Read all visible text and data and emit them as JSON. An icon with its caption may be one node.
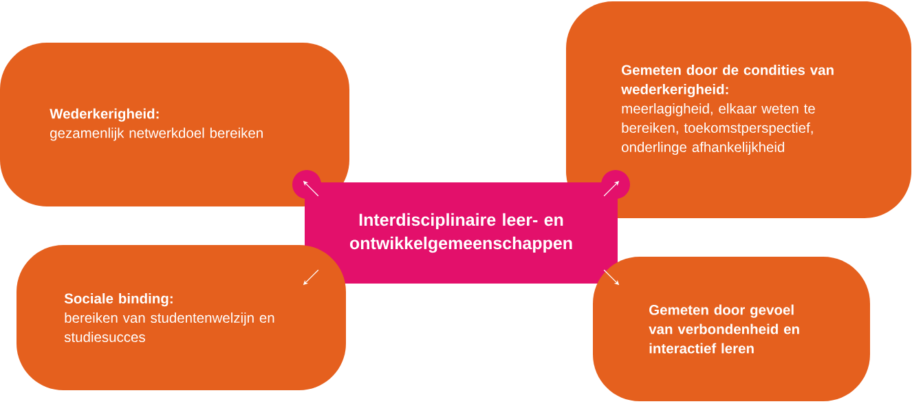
{
  "diagram": {
    "nodes": [
      {
        "text": [
          "Wederkerigheid:",
          "gezamenlijk netwerkdoel bereiken"
        ]
      },
      {
        "text": [
          "Gemeten door de condities van wederkerigheid:",
          "meerlagigheid, elkaar weten te bereiken, toekomstperspectief, onderlinge afhankelijkheid"
        ]
      },
      {
        "text": [
          "Interdisciplinaire leer- en ontwikkelgemeenschappen"
        ]
      },
      {
        "text": [
          "Sociale binding:",
          "bereiken van studentenwelzijn en studiesucces"
        ]
      },
      {
        "text": [
          "Gemeten door gevoel van verbondenheid en interactief leren"
        ]
      }
    ],
    "edges": [
      {
        "from": 2,
        "to": 0,
        "arrow": "to",
        "color": "#ffffff"
      },
      {
        "from": 2,
        "to": 1,
        "arrow": "to",
        "color": "#ffffff"
      },
      {
        "from": 2,
        "to": 3,
        "arrow": "to",
        "color": "#ffffff"
      },
      {
        "from": 2,
        "to": 4,
        "arrow": "to",
        "color": "#ffffff"
      }
    ]
  }
}
